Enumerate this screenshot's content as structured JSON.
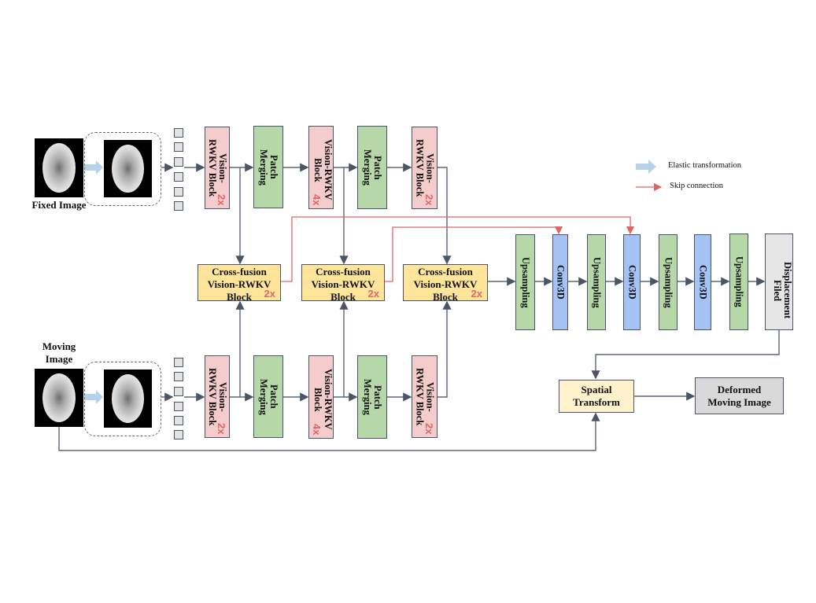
{
  "inputs": {
    "fixed_label": "Fixed\nImage",
    "moving_label": "Moving\nImage"
  },
  "encoder": {
    "vrwkv_block_a": "Vision-\nRWKV Block",
    "vrwkv_block_b": "Vision-RWKV\nBlock",
    "patch_merging": "Patch\nMerging",
    "rep_2x": "2x",
    "rep_4x": "4x"
  },
  "cross_fusion": {
    "label": "Cross-fusion\nVision-RWKV\nBlock",
    "rep": "2x"
  },
  "decoder": {
    "upsampling": "Upsampling",
    "conv3d": "Conv3D",
    "displacement": "Displacement\nFiled"
  },
  "output": {
    "spatial_transform": "Spatial\nTransform",
    "deformed": "Deformed\nMoving Image"
  },
  "legend": {
    "elastic": "Elastic transformation",
    "skip": "Skip connection"
  },
  "colors": {
    "vrwkv": "#f4cccc",
    "patch_merging": "#b6d7a8",
    "conv3d": "#a4c2f4",
    "cross_fusion": "#ffe599",
    "skip": "#e06666",
    "elastic": "#b4d3ea",
    "arrow": "#4a5568"
  }
}
